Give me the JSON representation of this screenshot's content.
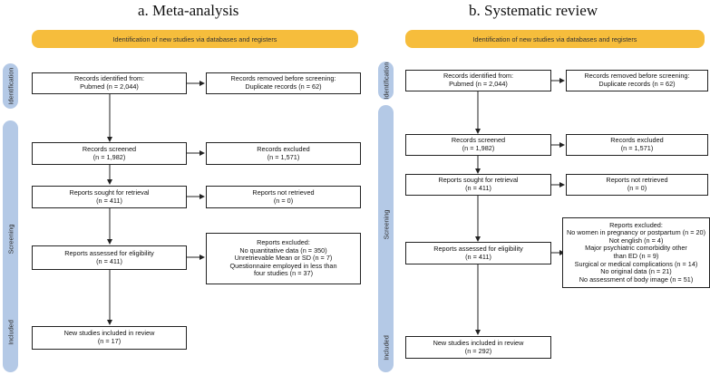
{
  "panel_a": {
    "title": "a. Meta-analysis",
    "banner": "Identification of new studies via databases and registers",
    "phases": {
      "identification": "Identification",
      "screening": "Screening",
      "included": "Included"
    },
    "identified": [
      "Records identified from:",
      "Pubmed (n = 2,044)"
    ],
    "removed": [
      "Records removed before screening:",
      "Duplicate records (n = 62)"
    ],
    "screened": [
      "Records screened",
      "(n = 1,982)"
    ],
    "excluded": [
      "Records excluded",
      "(n = 1,571)"
    ],
    "sought": [
      "Reports sought for retrieval",
      "(n = 411)"
    ],
    "not_retrieved": [
      "Reports not retrieved",
      "(n = 0)"
    ],
    "assessed": [
      "Reports assessed for eligibility",
      "(n = 411)"
    ],
    "reports_excluded": [
      "Reports excluded:",
      "No quantitative data (n = 350)",
      "Unretrievable Mean or SD (n = 7)",
      "Questionnaire employed in less than",
      "four studies (n = 37)"
    ],
    "included_box": [
      "New studies included in review",
      "(n = 17)"
    ]
  },
  "panel_b": {
    "title": "b. Systematic review",
    "banner": "Identification of new studies via databases and registers",
    "phases": {
      "identification": "Identification",
      "screening": "Screening",
      "included": "Included"
    },
    "identified": [
      "Records identified from:",
      "Pubmed (n = 2,044)"
    ],
    "removed": [
      "Records removed before screening:",
      "Duplicate records (n = 62)"
    ],
    "screened": [
      "Records screened",
      "(n = 1,982)"
    ],
    "excluded": [
      "Records excluded",
      "(n = 1,571)"
    ],
    "sought": [
      "Reports sought for retrieval",
      "(n = 411)"
    ],
    "not_retrieved": [
      "Reports not retrieved",
      "(n = 0)"
    ],
    "assessed": [
      "Reports assessed for eligibility",
      "(n = 411)"
    ],
    "reports_excluded": [
      "Reports excluded:",
      "No women in pregnancy or postpartum (n = 20)",
      "Not english (n = 4)",
      "Major psychiatric comorbidity other",
      "than ED (n = 9)",
      "Surgical or medical complications (n = 14)",
      "No original data (n = 21)",
      "No assessment of body image (n = 51)"
    ],
    "included_box": [
      "New studies included in review",
      "(n = 292)"
    ]
  }
}
